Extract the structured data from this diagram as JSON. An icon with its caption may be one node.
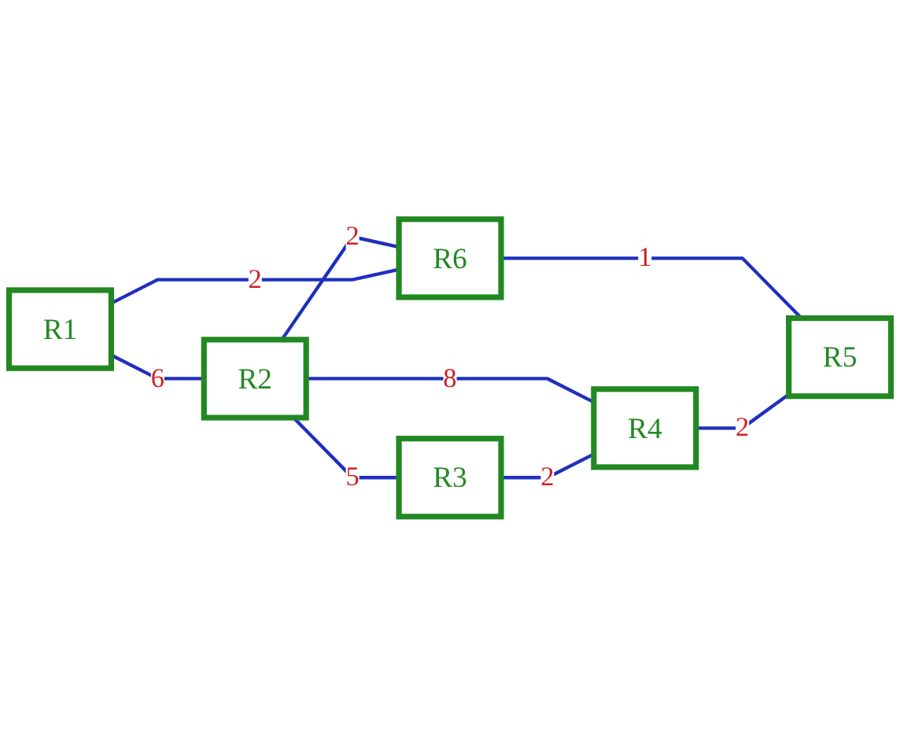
{
  "diagram": {
    "nodes": [
      {
        "text": [
          "R2"
        ]
      },
      {
        "text": [
          "R3"
        ]
      },
      {
        "text": [
          "R1"
        ]
      },
      {
        "text": [
          "R6"
        ]
      },
      {
        "text": [
          "R4"
        ]
      },
      {
        "text": [
          "R5"
        ]
      }
    ],
    "edges": [
      {
        "from": 0,
        "to": 1,
        "arrow": "none",
        "label": "5"
      },
      {
        "from": 2,
        "to": 0,
        "arrow": "none",
        "label": "6"
      },
      {
        "from": 0,
        "to": 3,
        "arrow": "none",
        "label": "2"
      },
      {
        "from": 0,
        "to": 4,
        "arrow": "none",
        "label": "8"
      },
      {
        "from": 1,
        "to": 4,
        "arrow": "none",
        "label": "2"
      },
      {
        "from": 2,
        "to": 3,
        "arrow": "none",
        "label": "2"
      },
      {
        "from": 3,
        "to": 5,
        "arrow": "none",
        "label": "1"
      },
      {
        "from": 4,
        "to": 5,
        "arrow": "none",
        "label": "2"
      }
    ]
  }
}
